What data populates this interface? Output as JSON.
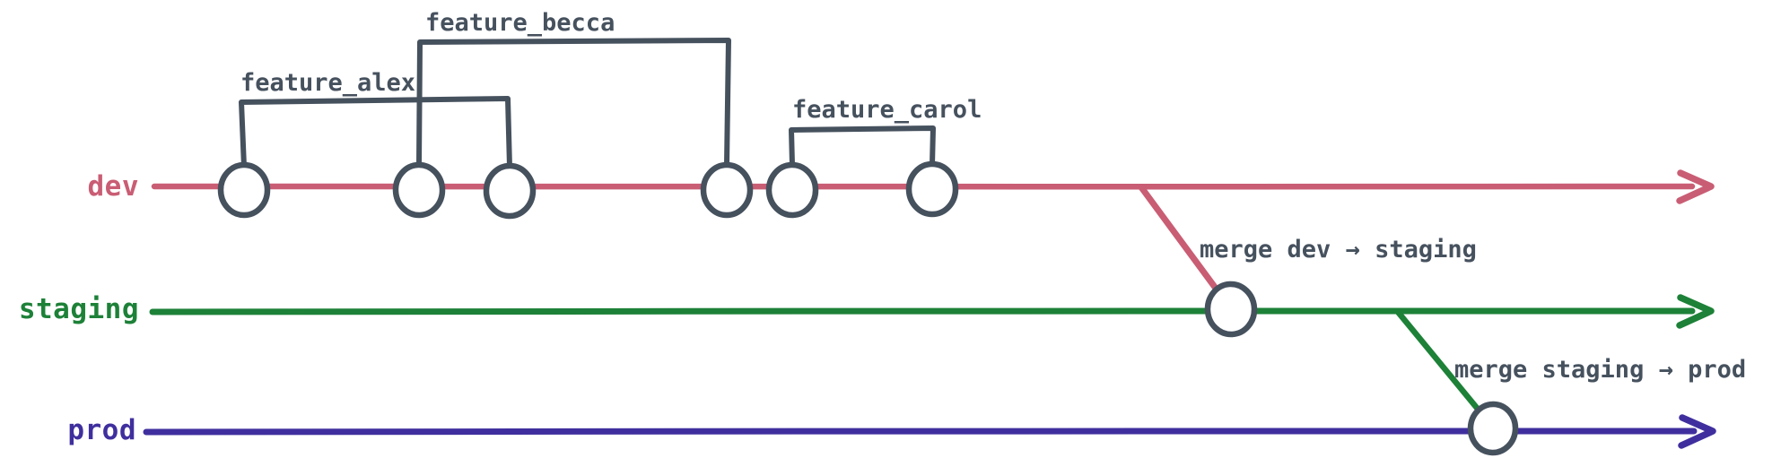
{
  "colors": {
    "background": "#ffffff",
    "ink": "#46515e",
    "dev": "#c95d74",
    "staging": "#1d8138",
    "prod": "#3f2f9e"
  },
  "branches": {
    "dev": {
      "label": "dev",
      "commit_count": 6
    },
    "staging": {
      "label": "staging",
      "commit_count": 1
    },
    "prod": {
      "label": "prod",
      "commit_count": 1
    }
  },
  "features": {
    "alex": {
      "label": "feature_alex",
      "commit_count": 2
    },
    "becca": {
      "label": "feature_becca",
      "commit_count": 2
    },
    "carol": {
      "label": "feature_carol",
      "commit_count": 2
    }
  },
  "merges": {
    "dev_to_staging": {
      "label": "merge dev → staging",
      "from": "dev",
      "to": "staging"
    },
    "staging_to_prod": {
      "label": "merge staging → prod",
      "from": "staging",
      "to": "prod"
    }
  }
}
